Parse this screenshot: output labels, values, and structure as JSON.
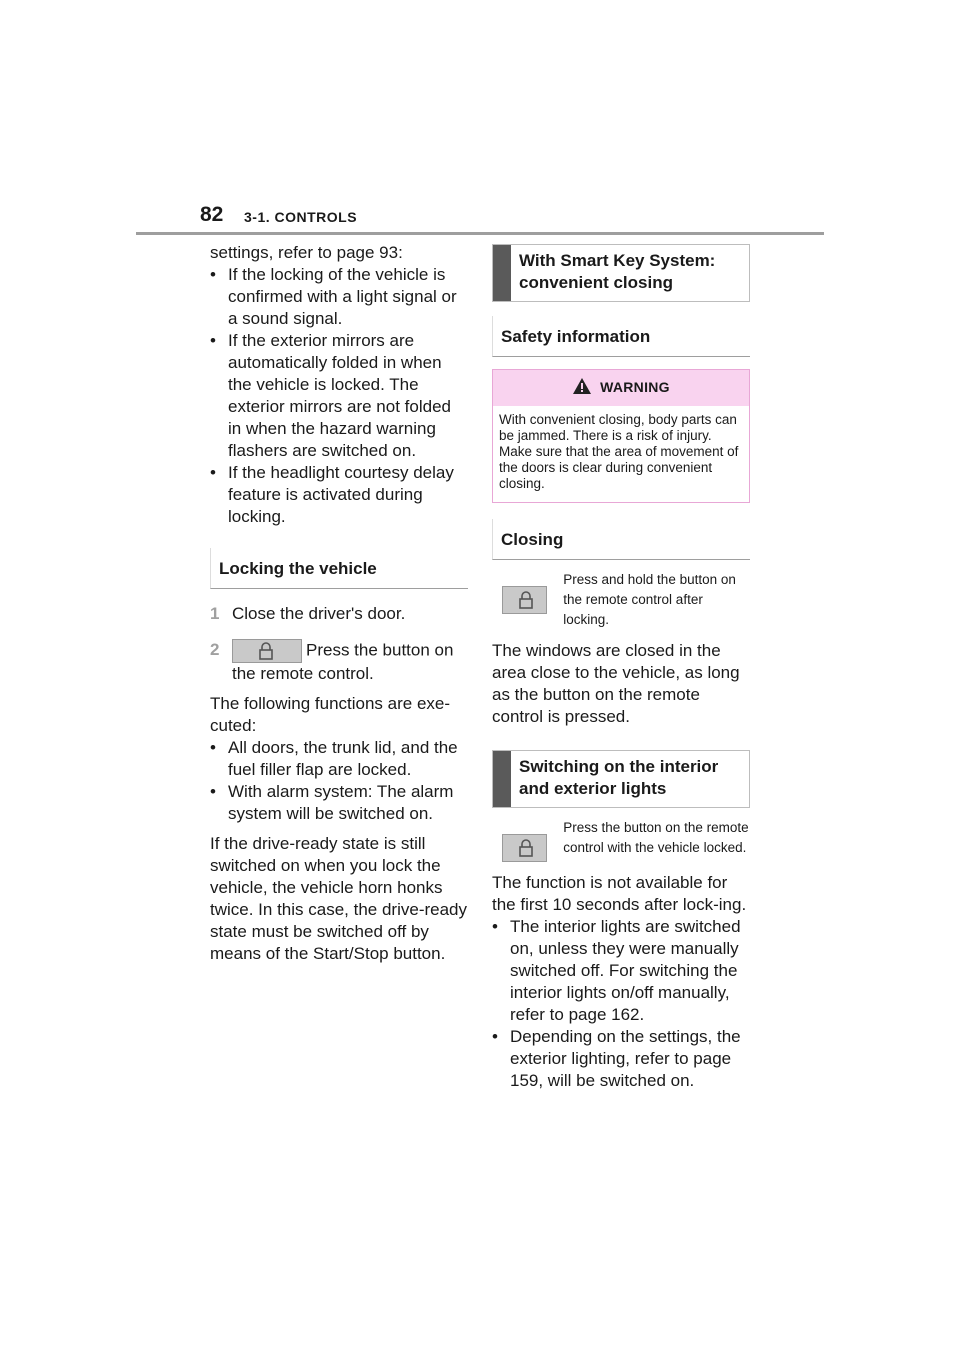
{
  "header": {
    "page_number": "82",
    "section": "3-1. CONTROLS"
  },
  "left": {
    "intro": "settings, refer to page 93:",
    "bullets1": [
      "If the locking of the vehicle is confirmed with a light signal or a sound signal.",
      "If the exterior mirrors are automatically folded in when the vehicle is locked. The exterior mirrors are not folded in when the hazard warning flashers are switched on.",
      "If the headlight courtesy delay feature is activated during locking."
    ],
    "heading": "Locking the vehicle",
    "steps": [
      {
        "num": "1",
        "text": "Close the driver's door."
      },
      {
        "num": "2",
        "text": "Press the button on the remote control."
      }
    ],
    "functions_intro": "The following functions are exe-cuted:",
    "bullets2": [
      "All doors, the trunk lid, and the fuel filler flap are locked.",
      "With alarm system: The alarm system will be switched on."
    ],
    "closing_para": "If the drive-ready state is still switched on when you lock the vehicle, the vehicle horn honks twice. In this case, the drive-ready state must be switched off by means of the Start/Stop button."
  },
  "right": {
    "box_heading_1": "With Smart Key System: convenient closing",
    "safety_heading": "Safety information",
    "warning_title": "WARNING",
    "warning_text": "With convenient closing, body parts can be jammed. There is a risk of injury. Make sure that the area of movement of the doors is clear during convenient closing.",
    "closing_heading": "Closing",
    "closing_icon_text": "Press and hold the button on the remote control after locking.",
    "closing_para": "The windows are closed in the area close to the vehicle, as long as the button on the remote control is pressed.",
    "box_heading_2": "Switching on the interior and exterior lights",
    "lights_icon_text": "Press the button on the remote control with the vehicle locked.",
    "lights_para": "The function is not available for the first 10 seconds after lock-ing.",
    "bullets": [
      "The interior lights are switched on, unless they were manually switched off. For switching the interior lights on/off manually, refer to page 162.",
      "Depending on the settings, the exterior lighting, refer to page 159, will be switched on."
    ]
  },
  "icons": {
    "lock": "lock-icon",
    "warning": "warning-triangle-icon"
  }
}
